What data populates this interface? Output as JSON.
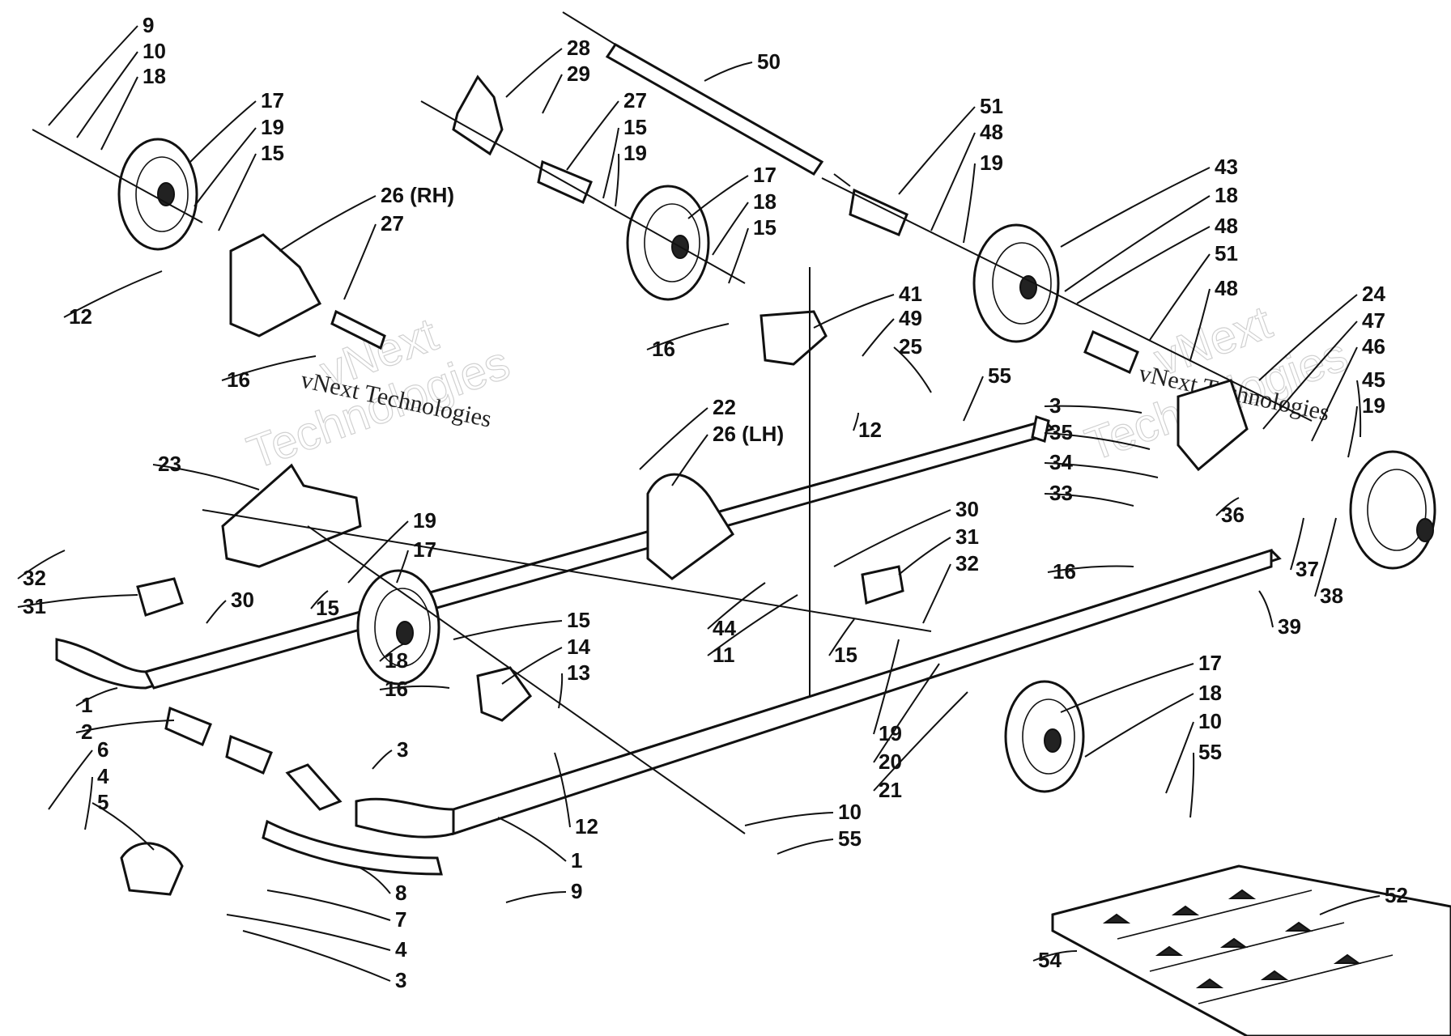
{
  "watermark": {
    "line1": "vNext",
    "line2": "Technologies",
    "small": "vNext Technologies"
  },
  "labels": [
    {
      "id": "9a",
      "text": "9"
    },
    {
      "id": "10a",
      "text": "10"
    },
    {
      "id": "18a",
      "text": "18"
    },
    {
      "id": "17a",
      "text": "17"
    },
    {
      "id": "19a",
      "text": "19"
    },
    {
      "id": "15a",
      "text": "15"
    },
    {
      "id": "26rh",
      "text": "26 (RH)"
    },
    {
      "id": "27a",
      "text": "27"
    },
    {
      "id": "12a",
      "text": "12"
    },
    {
      "id": "16a",
      "text": "16"
    },
    {
      "id": "28",
      "text": "28"
    },
    {
      "id": "29",
      "text": "29"
    },
    {
      "id": "27b",
      "text": "27"
    },
    {
      "id": "15b",
      "text": "15"
    },
    {
      "id": "19b",
      "text": "19"
    },
    {
      "id": "17b",
      "text": "17"
    },
    {
      "id": "18b",
      "text": "18"
    },
    {
      "id": "15c",
      "text": "15"
    },
    {
      "id": "50",
      "text": "50"
    },
    {
      "id": "51a",
      "text": "51"
    },
    {
      "id": "48a",
      "text": "48"
    },
    {
      "id": "19c",
      "text": "19"
    },
    {
      "id": "43",
      "text": "43"
    },
    {
      "id": "18c",
      "text": "18"
    },
    {
      "id": "48b",
      "text": "48"
    },
    {
      "id": "51b",
      "text": "51"
    },
    {
      "id": "48c",
      "text": "48"
    },
    {
      "id": "41",
      "text": "41"
    },
    {
      "id": "49",
      "text": "49"
    },
    {
      "id": "16b",
      "text": "16"
    },
    {
      "id": "25",
      "text": "25"
    },
    {
      "id": "55a",
      "text": "55"
    },
    {
      "id": "12b",
      "text": "12"
    },
    {
      "id": "24",
      "text": "24"
    },
    {
      "id": "47",
      "text": "47"
    },
    {
      "id": "46",
      "text": "46"
    },
    {
      "id": "45",
      "text": "45"
    },
    {
      "id": "19d",
      "text": "19"
    },
    {
      "id": "3a",
      "text": "3"
    },
    {
      "id": "35",
      "text": "35"
    },
    {
      "id": "34",
      "text": "34"
    },
    {
      "id": "33",
      "text": "33"
    },
    {
      "id": "36",
      "text": "36"
    },
    {
      "id": "37",
      "text": "37"
    },
    {
      "id": "38",
      "text": "38"
    },
    {
      "id": "16c",
      "text": "16"
    },
    {
      "id": "39",
      "text": "39"
    },
    {
      "id": "22",
      "text": "22"
    },
    {
      "id": "26lh",
      "text": "26 (LH)"
    },
    {
      "id": "23",
      "text": "23"
    },
    {
      "id": "19e",
      "text": "19"
    },
    {
      "id": "17c",
      "text": "17"
    },
    {
      "id": "15d",
      "text": "15"
    },
    {
      "id": "30a",
      "text": "30"
    },
    {
      "id": "32a",
      "text": "32"
    },
    {
      "id": "31a",
      "text": "31"
    },
    {
      "id": "30b",
      "text": "30"
    },
    {
      "id": "31b",
      "text": "31"
    },
    {
      "id": "32b",
      "text": "32"
    },
    {
      "id": "44",
      "text": "44"
    },
    {
      "id": "11",
      "text": "11"
    },
    {
      "id": "15e",
      "text": "15"
    },
    {
      "id": "15f",
      "text": "15"
    },
    {
      "id": "14",
      "text": "14"
    },
    {
      "id": "13",
      "text": "13"
    },
    {
      "id": "18d",
      "text": "18"
    },
    {
      "id": "16d",
      "text": "16"
    },
    {
      "id": "1a",
      "text": "1"
    },
    {
      "id": "2",
      "text": "2"
    },
    {
      "id": "6",
      "text": "6"
    },
    {
      "id": "4a",
      "text": "4"
    },
    {
      "id": "5",
      "text": "5"
    },
    {
      "id": "3b",
      "text": "3"
    },
    {
      "id": "12c",
      "text": "12"
    },
    {
      "id": "1b",
      "text": "1"
    },
    {
      "id": "10b",
      "text": "10"
    },
    {
      "id": "55b",
      "text": "55"
    },
    {
      "id": "9b",
      "text": "9"
    },
    {
      "id": "8",
      "text": "8"
    },
    {
      "id": "7",
      "text": "7"
    },
    {
      "id": "4b",
      "text": "4"
    },
    {
      "id": "3c",
      "text": "3"
    },
    {
      "id": "19f",
      "text": "19"
    },
    {
      "id": "20",
      "text": "20"
    },
    {
      "id": "21",
      "text": "21"
    },
    {
      "id": "17d",
      "text": "17"
    },
    {
      "id": "18e",
      "text": "18"
    },
    {
      "id": "10c",
      "text": "10"
    },
    {
      "id": "55c",
      "text": "55"
    },
    {
      "id": "52",
      "text": "52"
    },
    {
      "id": "54",
      "text": "54"
    }
  ]
}
